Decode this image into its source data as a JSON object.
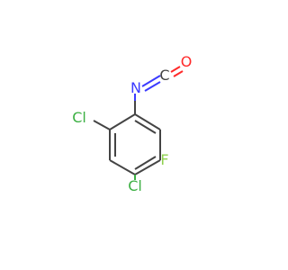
{
  "molecule": {
    "atoms": [
      {
        "id": "cl-top",
        "label": "Cl",
        "color": "#3cb043"
      },
      {
        "id": "cl-bottom",
        "label": "Cl",
        "color": "#3cb043"
      },
      {
        "id": "f",
        "label": "F",
        "color": "#8fd14f"
      },
      {
        "id": "n",
        "label": "N",
        "color": "#3b3bff"
      },
      {
        "id": "c-iso",
        "label": "C",
        "color": "#444444"
      },
      {
        "id": "o",
        "label": "O",
        "color": "#ff2a2a"
      }
    ],
    "bond_color": "#444444"
  }
}
